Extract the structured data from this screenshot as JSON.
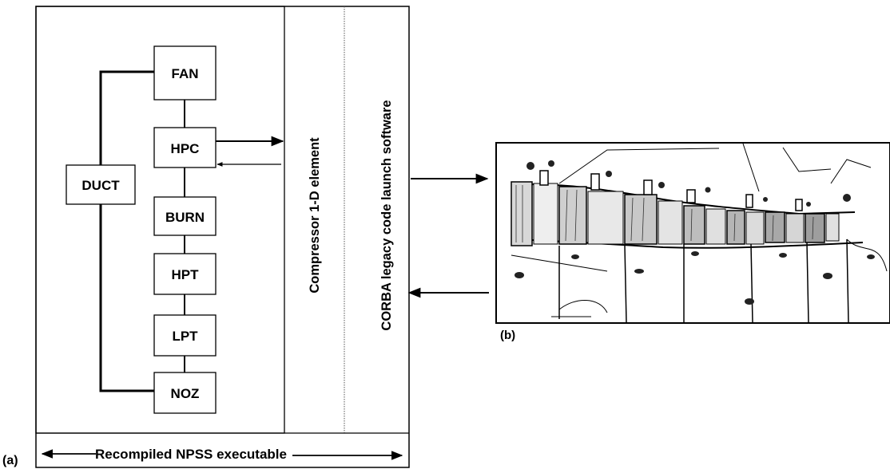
{
  "panel_a": {
    "label": "(a)",
    "components": {
      "fan": "FAN",
      "hpc": "HPC",
      "burn": "BURN",
      "hpt": "HPT",
      "lpt": "LPT",
      "noz": "NOZ",
      "duct": "DUCT"
    },
    "compressor_element": "Compressor 1-D element",
    "corba_software": "CORBA legacy code launch software",
    "executable_label": "Recompiled NPSS executable"
  },
  "panel_b": {
    "label": "(b)"
  }
}
